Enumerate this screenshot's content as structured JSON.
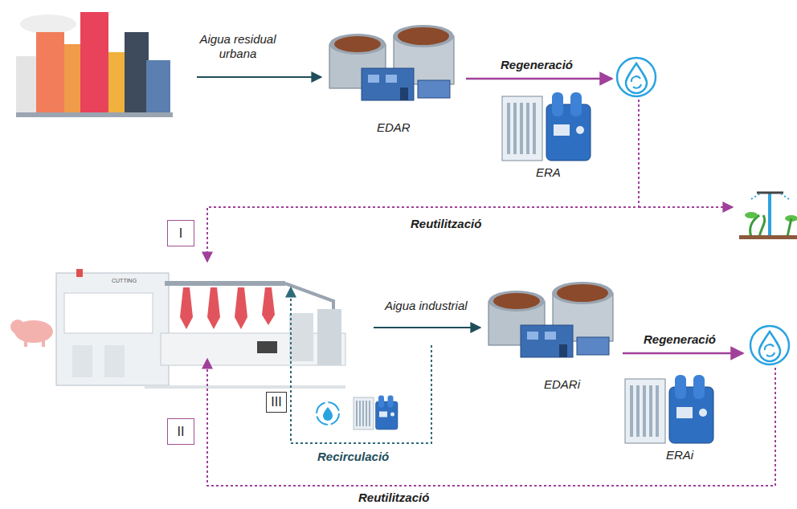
{
  "diagram": {
    "nodes": [
      {
        "text": [
          "I"
        ]
      },
      {
        "text": [
          "III"
        ]
      },
      {
        "text": [
          "II"
        ]
      }
    ],
    "labels": [
      "Aigua residual urbana",
      "EDAR",
      "Regeneració",
      "ERA",
      "Reutilització",
      "CUTTING",
      "Aigua industrial",
      "EDARi",
      "Regeneració",
      "ERAi",
      "Recirculació",
      "Reutilització"
    ]
  }
}
